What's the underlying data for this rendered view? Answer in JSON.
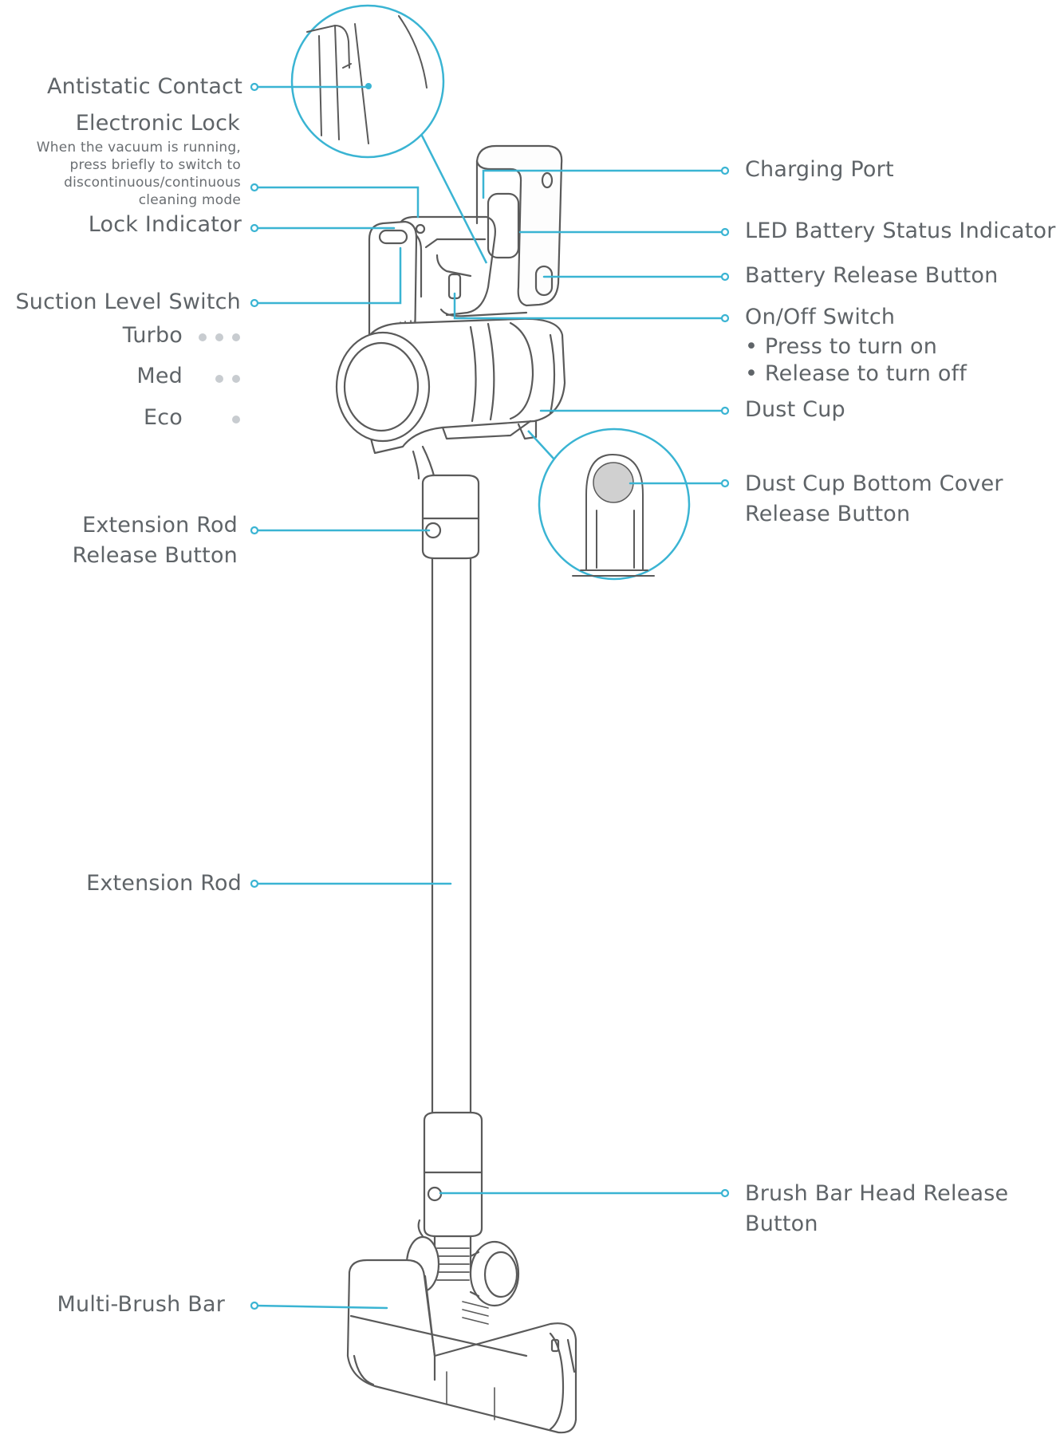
{
  "labels": {
    "antistatic_contact": "Antistatic Contact",
    "electronic_lock": "Electronic Lock",
    "electronic_lock_desc": [
      "When the vacuum is running,",
      "press briefly to switch to",
      "discontinuous/continuous",
      "cleaning mode"
    ],
    "lock_indicator": "Lock Indicator",
    "suction_level_switch": "Suction Level Switch",
    "turbo": "Turbo",
    "med": "Med",
    "eco": "Eco",
    "extension_rod_release_button": [
      "Extension Rod",
      "Release Button"
    ],
    "extension_rod": "Extension Rod",
    "multi_brush_bar": "Multi-Brush Bar",
    "charging_port": "Charging Port",
    "led_battery_status_indicator": "LED Battery Status Indicator",
    "battery_release_button": "Battery Release Button",
    "on_off_switch": "On/Off Switch",
    "on_off_notes": [
      "• Press to turn on",
      "• Release to turn off"
    ],
    "dust_cup": "Dust Cup",
    "dust_cup_bottom_cover_release_button": [
      "Dust Cup Bottom Cover",
      "Release Button"
    ],
    "brush_bar_head_release_button": [
      "Brush Bar Head Release",
      "Button"
    ]
  },
  "suction_levels": {
    "turbo_dots": 3,
    "med_dots": 2,
    "eco_dots": 1
  },
  "colors": {
    "callout": "#3ab4d3",
    "outline": "#5a5a5a",
    "text": "#5f6468",
    "dots": "#c8ccd0"
  }
}
